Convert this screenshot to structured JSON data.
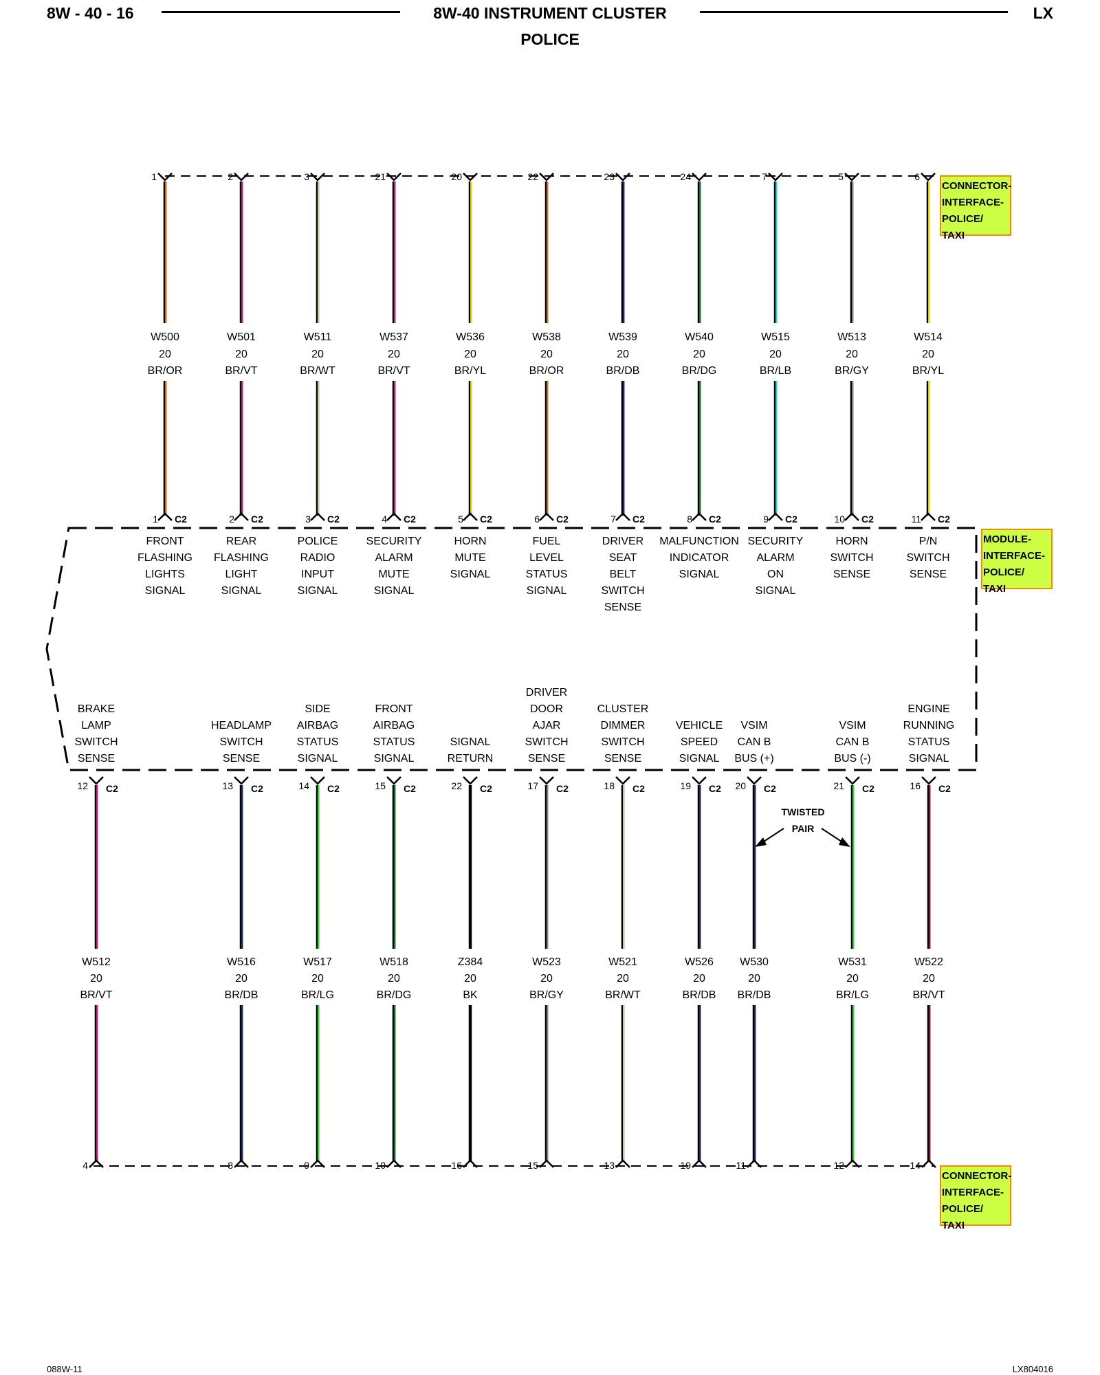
{
  "header": {
    "page": "8W - 40 - 16",
    "title": "8W-40 INSTRUMENT CLUSTER",
    "subtitle": "POLICE",
    "code": "LX"
  },
  "footer": {
    "left": "088W-11",
    "right": "LX804016"
  },
  "connector_label_top": [
    "CONNECTOR-",
    "INTERFACE-",
    "POLICE/",
    "TAXI"
  ],
  "connector_label_bottom": [
    "CONNECTOR-",
    "INTERFACE-",
    "POLICE/",
    "TAXI"
  ],
  "module_label": [
    "MODULE-",
    "INTERFACE-",
    "POLICE/",
    "TAXI"
  ],
  "connector_tag": "C2",
  "twisted_pair_label": [
    "TWISTED",
    "PAIR"
  ],
  "label_fill": "#ccff44",
  "label_border": "#ff8800",
  "top_circuits": [
    {
      "conn_pin": "1",
      "circuit": "W500",
      "gauge": "20",
      "color": "BR/OR",
      "color_hex": "#e07010",
      "c2_pin": "1",
      "function": [
        "FRONT",
        "FLASHING",
        "LIGHTS",
        "SIGNAL"
      ]
    },
    {
      "conn_pin": "2",
      "circuit": "W501",
      "gauge": "20",
      "color": "BR/VT",
      "color_hex": "#cc1a8a",
      "c2_pin": "2",
      "function": [
        "REAR",
        "FLASHING",
        "LIGHT",
        "SIGNAL"
      ]
    },
    {
      "conn_pin": "3",
      "circuit": "W511",
      "gauge": "20",
      "color": "BR/WT",
      "color_hex": "#d8cfa8",
      "c2_pin": "3",
      "function": [
        "POLICE",
        "RADIO",
        "INPUT",
        "SIGNAL"
      ]
    },
    {
      "conn_pin": "21",
      "circuit": "W537",
      "gauge": "20",
      "color": "BR/VT",
      "color_hex": "#cc1a8a",
      "c2_pin": "4",
      "function": [
        "SECURITY",
        "ALARM",
        "MUTE",
        "SIGNAL"
      ]
    },
    {
      "conn_pin": "20",
      "circuit": "W536",
      "gauge": "20",
      "color": "BR/YL",
      "color_hex": "#f2e000",
      "c2_pin": "5",
      "function": [
        "HORN",
        "MUTE",
        "SIGNAL"
      ]
    },
    {
      "conn_pin": "22",
      "circuit": "W538",
      "gauge": "20",
      "color": "BR/OR",
      "color_hex": "#e07010",
      "c2_pin": "6",
      "function": [
        "FUEL",
        "LEVEL",
        "STATUS",
        "SIGNAL"
      ]
    },
    {
      "conn_pin": "23",
      "circuit": "W539",
      "gauge": "20",
      "color": "BR/DB",
      "color_hex": "#1a2a6a",
      "c2_pin": "7",
      "function": [
        "DRIVER",
        "SEAT",
        "BELT",
        "SWITCH",
        "SENSE"
      ]
    },
    {
      "conn_pin": "24",
      "circuit": "W540",
      "gauge": "20",
      "color": "BR/DG",
      "color_hex": "#0c7a2a",
      "c2_pin": "8",
      "function": [
        "MALFUNCTION",
        "INDICATOR",
        "SIGNAL"
      ]
    },
    {
      "conn_pin": "7",
      "circuit": "W515",
      "gauge": "20",
      "color": "BR/LB",
      "color_hex": "#22d8e0",
      "c2_pin": "9",
      "function": [
        "SECURITY",
        "ALARM",
        "ON",
        "SIGNAL"
      ]
    },
    {
      "conn_pin": "5",
      "circuit": "W513",
      "gauge": "20",
      "color": "BR/GY",
      "color_hex": "#8a8a8a",
      "c2_pin": "10",
      "function": [
        "HORN",
        "SWITCH",
        "SENSE"
      ]
    },
    {
      "conn_pin": "6",
      "circuit": "W514",
      "gauge": "20",
      "color": "BR/YL",
      "color_hex": "#f2e000",
      "c2_pin": "11",
      "function": [
        "P/N",
        "SWITCH",
        "SENSE"
      ]
    }
  ],
  "bottom_circuits": [
    {
      "c2_pin": "12",
      "circuit": "W512",
      "gauge": "20",
      "color": "BR/VT",
      "color_hex": "#cc1a8a",
      "conn_pin": "4",
      "function": [
        "BRAKE",
        "LAMP",
        "SWITCH",
        "SENSE"
      ]
    },
    {
      "c2_pin": "13",
      "circuit": "W516",
      "gauge": "20",
      "color": "BR/DB",
      "color_hex": "#1a2a6a",
      "conn_pin": "8",
      "function": [
        "HEADLAMP",
        "SWITCH",
        "SENSE"
      ]
    },
    {
      "c2_pin": "14",
      "circuit": "W517",
      "gauge": "20",
      "color": "BR/LG",
      "color_hex": "#33dd33",
      "conn_pin": "9",
      "function": [
        "SIDE",
        "AIRBAG",
        "STATUS",
        "SIGNAL"
      ]
    },
    {
      "c2_pin": "15",
      "circuit": "W518",
      "gauge": "20",
      "color": "BR/DG",
      "color_hex": "#0c7a2a",
      "conn_pin": "10",
      "function": [
        "FRONT",
        "AIRBAG",
        "STATUS",
        "SIGNAL"
      ]
    },
    {
      "c2_pin": "22",
      "circuit": "Z384",
      "gauge": "20",
      "color": "BK",
      "color_hex": "#000000",
      "conn_pin": "16",
      "function": [
        "SIGNAL",
        "RETURN"
      ]
    },
    {
      "c2_pin": "17",
      "circuit": "W523",
      "gauge": "20",
      "color": "BR/GY",
      "color_hex": "#8a8a8a",
      "conn_pin": "15",
      "function": [
        "DRIVER",
        "DOOR",
        "AJAR",
        "SWITCH",
        "SENSE"
      ]
    },
    {
      "c2_pin": "18",
      "circuit": "W521",
      "gauge": "20",
      "color": "BR/WT",
      "color_hex": "#d8cfa8",
      "conn_pin": "13",
      "function": [
        "CLUSTER",
        "DIMMER",
        "SWITCH",
        "SENSE"
      ]
    },
    {
      "c2_pin": "19",
      "circuit": "W526",
      "gauge": "20",
      "color": "BR/DB",
      "color_hex": "#1a2a6a",
      "conn_pin": "19",
      "function": [
        "VEHICLE",
        "SPEED",
        "SIGNAL"
      ]
    },
    {
      "c2_pin": "20",
      "circuit": "W530",
      "gauge": "20",
      "color": "BR/DB",
      "color_hex": "#1a2a6a",
      "conn_pin": "11",
      "function": [
        "VSIM",
        "CAN B",
        "BUS (+)"
      ]
    },
    {
      "c2_pin": "21",
      "circuit": "W531",
      "gauge": "20",
      "color": "BR/LG",
      "color_hex": "#33dd33",
      "conn_pin": "12",
      "function": [
        "VSIM",
        "CAN B",
        "BUS (-)"
      ]
    },
    {
      "c2_pin": "16",
      "circuit": "W522",
      "gauge": "20",
      "color": "BR/VT",
      "color_hex": "#8a1020",
      "conn_pin": "14",
      "function": [
        "ENGINE",
        "RUNNING",
        "STATUS",
        "SIGNAL"
      ]
    }
  ]
}
